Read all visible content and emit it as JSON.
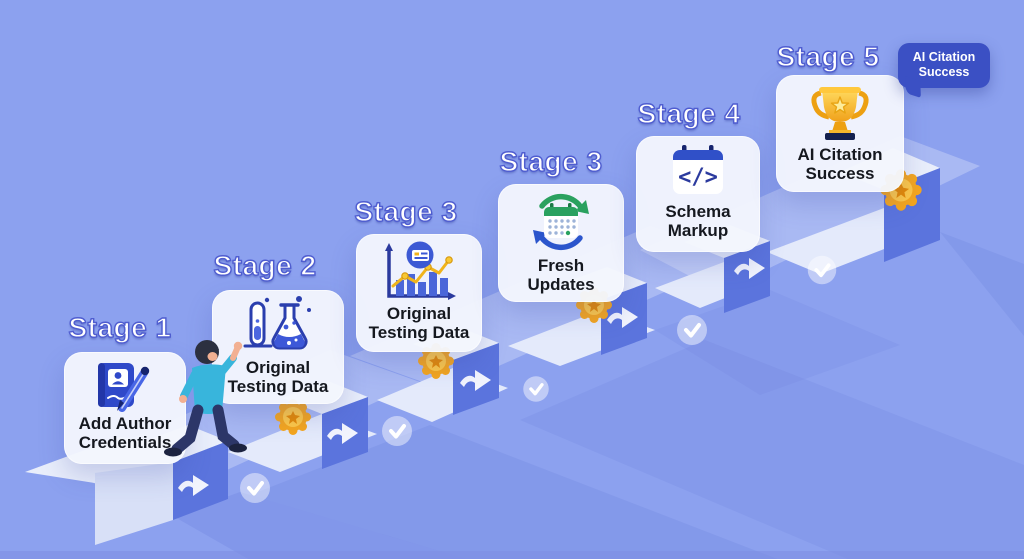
{
  "illustration_title": "AI citation success staircase infographic",
  "colors": {
    "background": "#8ca1ef",
    "step_face_blue": "#5b74dd",
    "step_top_light": "#e9eefb",
    "card_background": "#f3f6fd",
    "stage_label_text": "#ffffff",
    "stage_label_outline": "#4f5dd0",
    "card_text": "#15181f",
    "bubble_background": "#3b50c4",
    "bubble_text": "#ffffff",
    "medal_gold": "#f5a61d",
    "trophy_gold": "#f6b61f",
    "refresh_green": "#2aa15f",
    "refresh_blue": "#2b55cc"
  },
  "stages": [
    {
      "label": "Stage 1",
      "title_line1": "Add Author",
      "title_line2": "Credentials",
      "icon": "author-credentials-book-pen-icon"
    },
    {
      "label": "Stage 2",
      "title_line1": "Original",
      "title_line2": "Testing Data",
      "icon": "lab-test-tube-flask-icon"
    },
    {
      "label": "Stage 3",
      "title_line1": "Original",
      "title_line2": "Testing Data",
      "icon": "analytics-bar-chart-icon"
    },
    {
      "label": "Stage 3",
      "title_line1": "Fresh",
      "title_line2": "Updates",
      "icon": "calendar-refresh-icon"
    },
    {
      "label": "Stage 4",
      "title_line1": "Schema",
      "title_line2": "Markup",
      "icon": "code-markup-calendar-icon",
      "icon_glyph": "</>"
    },
    {
      "label": "Stage 5",
      "title_line1": "AI Citation",
      "title_line2": "Success",
      "icon": "trophy-icon"
    }
  ],
  "speech_bubble": {
    "line1": "AI Citation",
    "line2": "Success"
  }
}
